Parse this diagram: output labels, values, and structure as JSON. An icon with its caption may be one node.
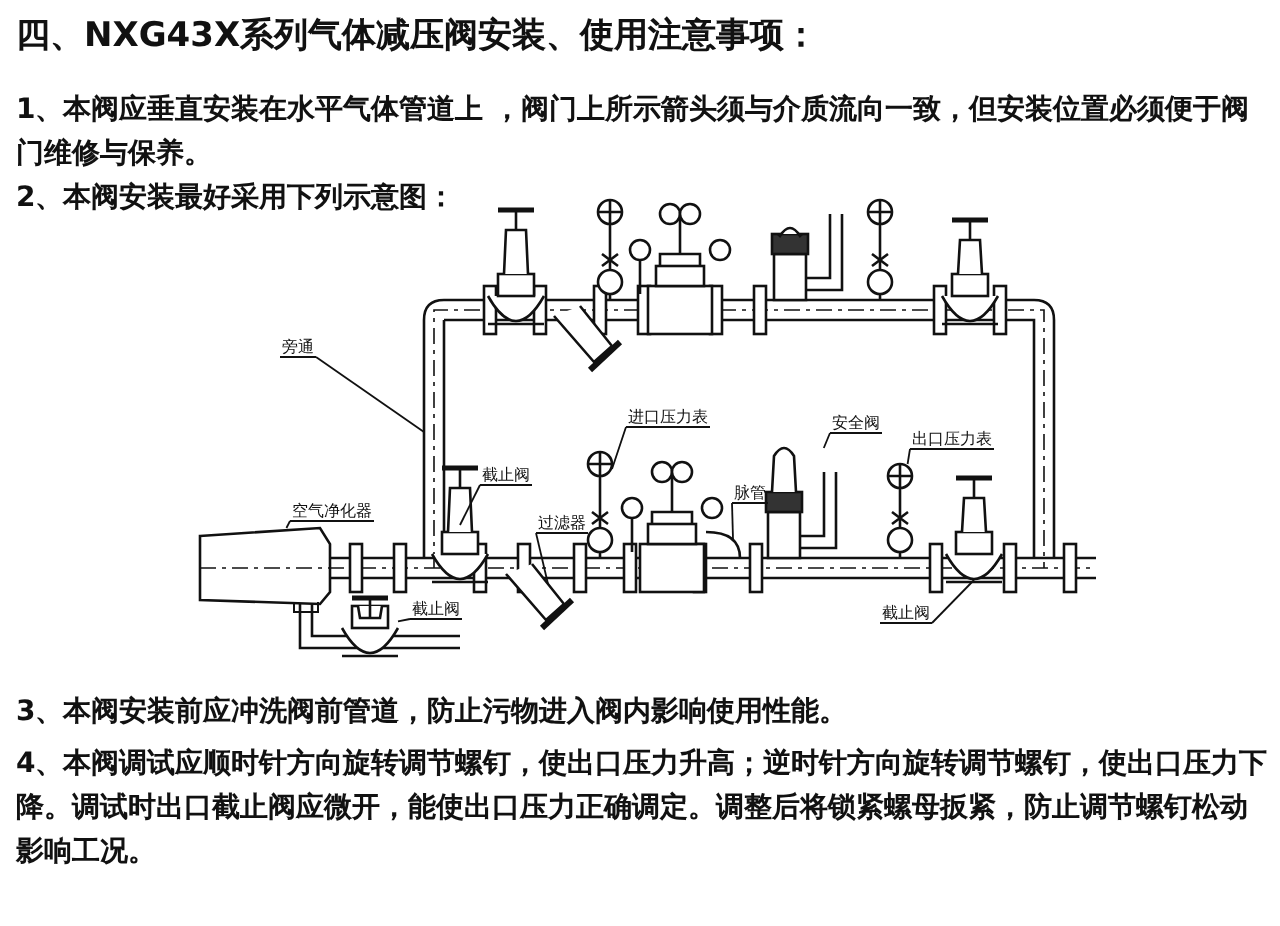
{
  "diagram": {
    "title": "四、NXG43X系列气体减压阀安装、使用注意事项：",
    "nodes": [
      {
        "text": [
          "旁通"
        ]
      },
      {
        "text": [
          "进口压力表"
        ]
      },
      {
        "text": [
          "安全阀"
        ]
      },
      {
        "text": [
          "出口压力表"
        ]
      },
      {
        "text": [
          "截止阀"
        ]
      },
      {
        "text": [
          "空气净化器"
        ]
      },
      {
        "text": [
          "过滤器"
        ]
      },
      {
        "text": [
          "脉管"
        ]
      },
      {
        "text": [
          "截止阀"
        ]
      },
      {
        "text": [
          "截止阀"
        ]
      },
      {
        "text": [],
        "shape": "picture"
      },
      {
        "text": [],
        "shape": "picture"
      },
      {
        "text": [],
        "shape": "picture"
      },
      {
        "text": [],
        "shape": "picture"
      },
      {
        "text": [],
        "shape": "picture"
      },
      {
        "text": [],
        "shape": "picture"
      },
      {
        "text": [],
        "shape": "picture"
      },
      {
        "text": [],
        "shape": "picture"
      },
      {
        "text": [],
        "shape": "picture"
      },
      {
        "text": [],
        "shape": "picture"
      }
    ],
    "edges": [
      {
        "from": 0,
        "to": 10,
        "arrow": "none"
      },
      {
        "from": 1,
        "to": 11,
        "arrow": "none"
      },
      {
        "from": 2,
        "to": 12,
        "arrow": "none"
      },
      {
        "from": 3,
        "to": 13,
        "arrow": "none"
      },
      {
        "from": 4,
        "to": 14,
        "arrow": "none"
      },
      {
        "from": 5,
        "to": 15,
        "arrow": "none"
      },
      {
        "from": 6,
        "to": 16,
        "arrow": "none"
      },
      {
        "from": 7,
        "to": 17,
        "arrow": "none"
      },
      {
        "from": 8,
        "to": 18,
        "arrow": "none"
      },
      {
        "from": 9,
        "to": 19,
        "arrow": "none"
      }
    ],
    "labels": [
      "1、本阀应垂直安装在水平气体管道上 ，阀门上所示箭头须与介质流向一致，但安装位置必须便于阀门维修与保养。",
      "2、本阀安装最好采用下列示意图：",
      "3、本阀安装前应冲洗阀前管道，防止污物进入阀内影响使用性能。",
      "4、本阀调试应顺时针方向旋转调节螺钉，使出口压力升高；逆时针方向旋转调节螺钉，使出口压力下降。调试时出口截止阀应微开，能使出口压力正确调定。调整后将锁紧螺母扳紧，防止调节螺钉松动影响工况。"
    ]
  }
}
